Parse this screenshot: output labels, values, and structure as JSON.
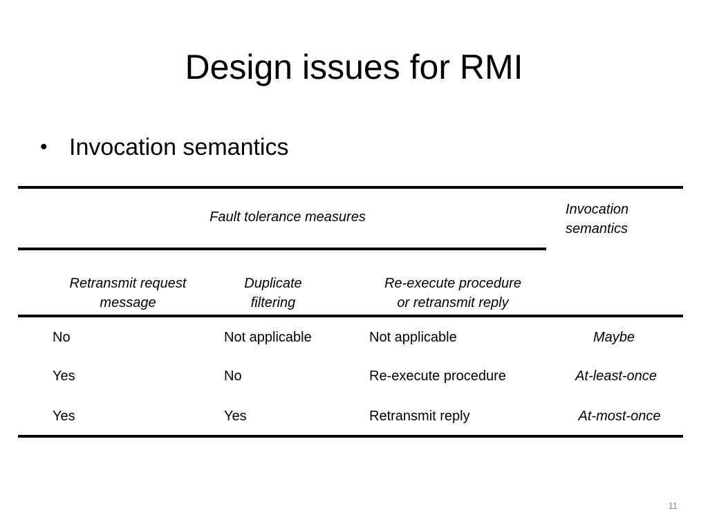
{
  "slide": {
    "title": "Design issues for RMI",
    "bullet": "Invocation semantics",
    "page_number": "11"
  },
  "table": {
    "group_header": "Fault tolerance measures",
    "semantics_header_line1": "Invocation",
    "semantics_header_line2": "semantics",
    "columns": [
      {
        "line1": "Retransmit request",
        "line2": "message"
      },
      {
        "line1": "Duplicate",
        "line2": "filtering"
      },
      {
        "line1": "Re-execute procedure",
        "line2": "or retransmit reply"
      }
    ],
    "rows": [
      {
        "retransmit": "No",
        "filtering": "Not applicable",
        "reexecute": "Not applicable",
        "semantics": "Maybe"
      },
      {
        "retransmit": "Yes",
        "filtering": "No",
        "reexecute": "Re-execute procedure",
        "semantics": "At-least-once"
      },
      {
        "retransmit": "Yes",
        "filtering": "Yes",
        "reexecute": "Retransmit reply",
        "semantics": "At-most-once"
      }
    ]
  }
}
